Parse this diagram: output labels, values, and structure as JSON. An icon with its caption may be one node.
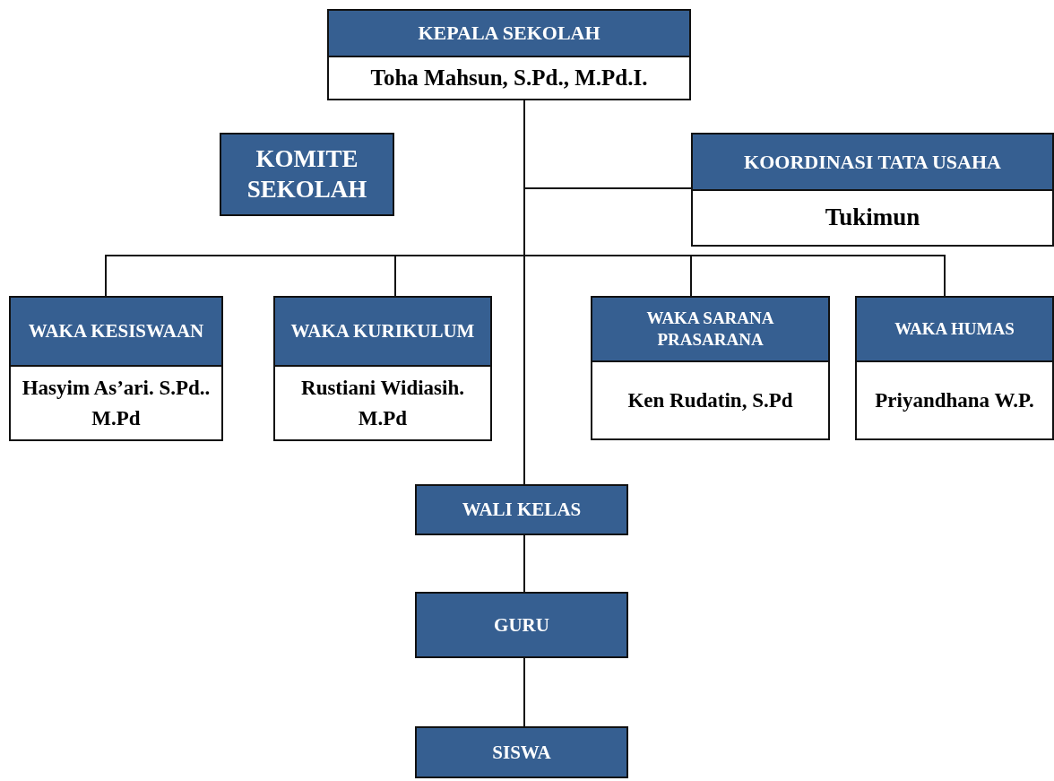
{
  "diagram": {
    "nodes": [
      {
        "text": [
          "KEPALA SEKOLAH",
          "Toha Mahsun, S.Pd., M.Pd.I."
        ]
      },
      {
        "text": [
          "KOMITE SEKOLAH"
        ]
      },
      {
        "text": [
          "KOORDINASI TATA USAHA",
          "Tukimun"
        ]
      },
      {
        "text": [
          "WAKA KESISWAAN",
          "Hasyim As’ari. S.Pd.. M.Pd"
        ]
      },
      {
        "text": [
          "WAKA KURIKULUM",
          "Rustiani Widiasih. M.Pd"
        ]
      },
      {
        "text": [
          "WAKA SARANA PRASARANA",
          "Ken Rudatin, S.Pd"
        ]
      },
      {
        "text": [
          "WAKA HUMAS",
          "Priyandhana W.P."
        ]
      },
      {
        "text": [
          "WALI KELAS"
        ]
      },
      {
        "text": [
          "GURU"
        ]
      },
      {
        "text": [
          "SISWA"
        ]
      }
    ],
    "edges": [
      {
        "from": 0,
        "to": 2,
        "arrow": "none"
      },
      {
        "from": 0,
        "to": 3,
        "arrow": "none"
      },
      {
        "from": 0,
        "to": 4,
        "arrow": "none"
      },
      {
        "from": 0,
        "to": 5,
        "arrow": "none"
      },
      {
        "from": 0,
        "to": 6,
        "arrow": "none"
      },
      {
        "from": 0,
        "to": 7,
        "arrow": "none"
      },
      {
        "from": 7,
        "to": 8,
        "arrow": "none"
      },
      {
        "from": 8,
        "to": 9,
        "arrow": "none"
      }
    ]
  }
}
